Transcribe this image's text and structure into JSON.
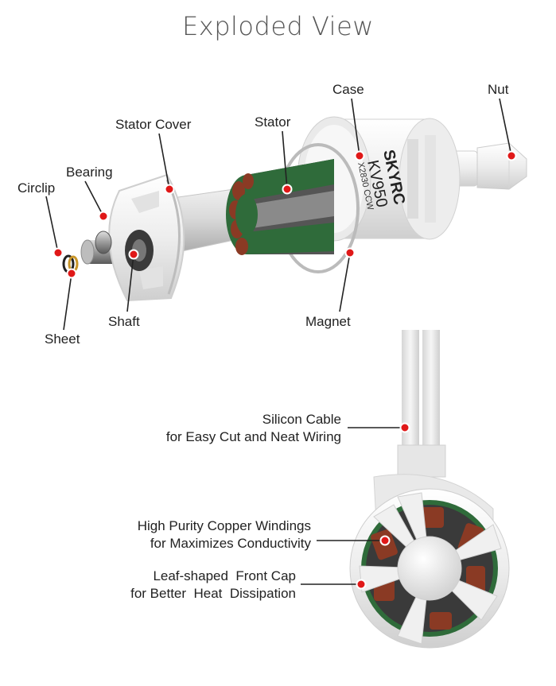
{
  "title": "Exploded View",
  "product": {
    "brand": "SKYRC",
    "model": "KV950",
    "spec": "X2830 CCW"
  },
  "labels": {
    "circlip": "Circlip",
    "bearing": "Bearing",
    "stator_cover": "Stator Cover",
    "stator": "Stator",
    "case": "Case",
    "nut": "Nut",
    "shaft": "Shaft",
    "sheet": "Sheet",
    "magnet": "Magnet",
    "cable_line1": "Silicon Cable",
    "cable_line2": "for Easy Cut and Neat Wiring",
    "copper_line1": "High Purity Copper Windings",
    "copper_line2": "for Maximizes Conductivity",
    "cap_line1": "Leaf-shaped  Front Cap",
    "cap_line2": "for Better  Heat  Dissipation"
  },
  "colors": {
    "marker": "#e01818",
    "leader": "#222222",
    "copper": "#8a3a24",
    "green": "#2f6b3a",
    "white_part": "#f2f2f2"
  }
}
